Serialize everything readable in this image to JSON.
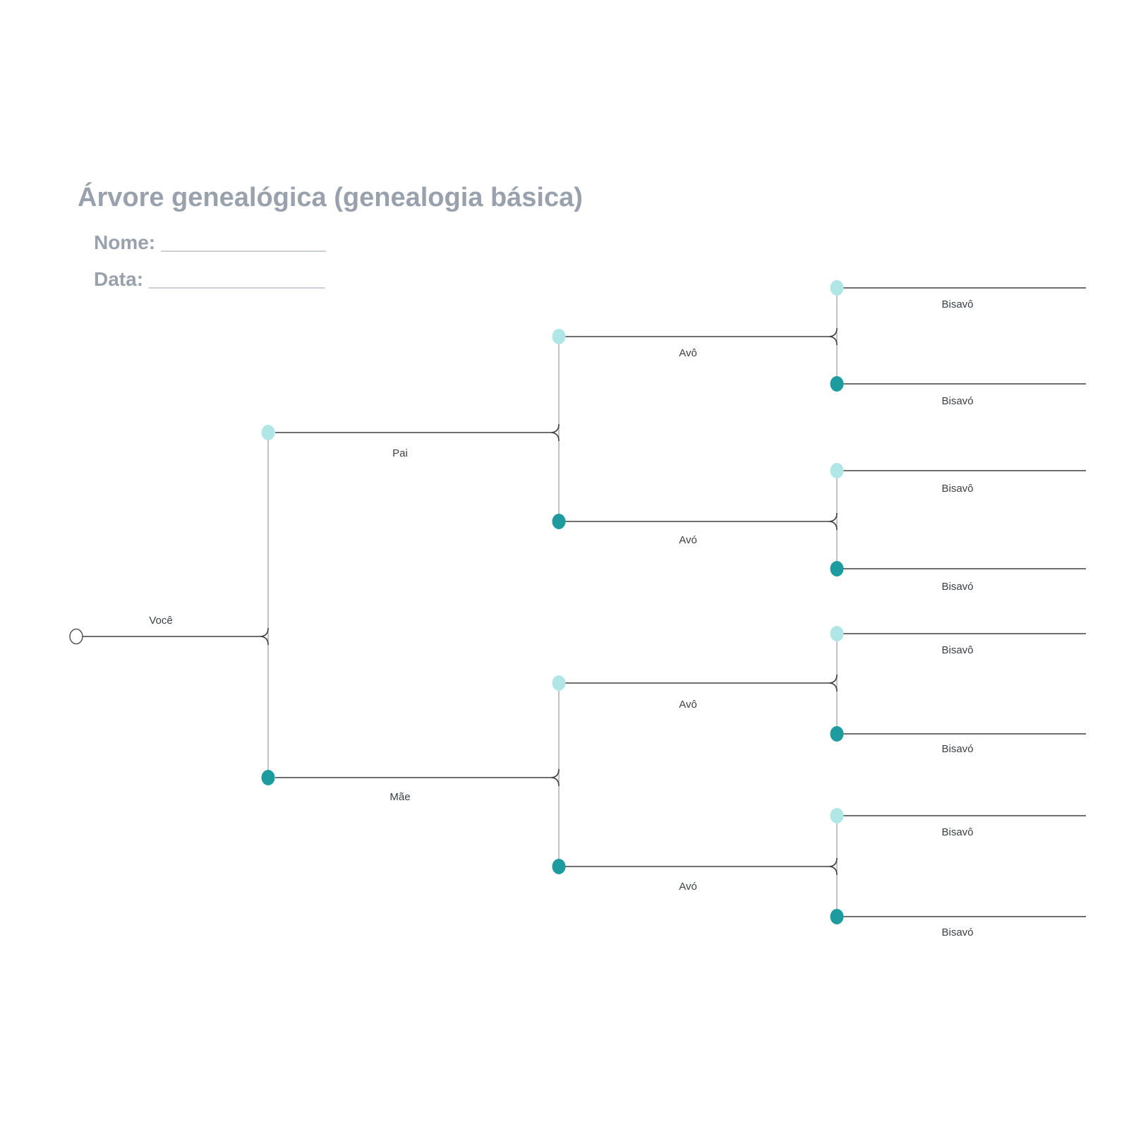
{
  "title": "Árvore genealógica (genealogia básica)",
  "form": {
    "name_label": "Nome:",
    "name_blank": "_______________",
    "date_label": "Data:",
    "date_blank": "________________"
  },
  "tree": {
    "you": {
      "label": "Você"
    },
    "parents": [
      {
        "label": "Pai"
      },
      {
        "label": "Mãe"
      }
    ],
    "grandparents": [
      {
        "label": "Avô"
      },
      {
        "label": "Avó"
      },
      {
        "label": "Avô"
      },
      {
        "label": "Avó"
      }
    ],
    "great_grandparents": [
      {
        "label": "Bisavô"
      },
      {
        "label": "Bisavó"
      },
      {
        "label": "Bisavô"
      },
      {
        "label": "Bisavó"
      },
      {
        "label": "Bisavô"
      },
      {
        "label": "Bisavó"
      },
      {
        "label": "Bisavô"
      },
      {
        "label": "Bisavó"
      }
    ]
  },
  "colors": {
    "male_node": "#b1e6e6",
    "female_node": "#1e9b9e",
    "line_dark": "#404040",
    "line_light": "#a3a3a3",
    "heading_text": "#99a1ad",
    "label_text": "#3b4045",
    "you_stroke": "#53575b"
  }
}
